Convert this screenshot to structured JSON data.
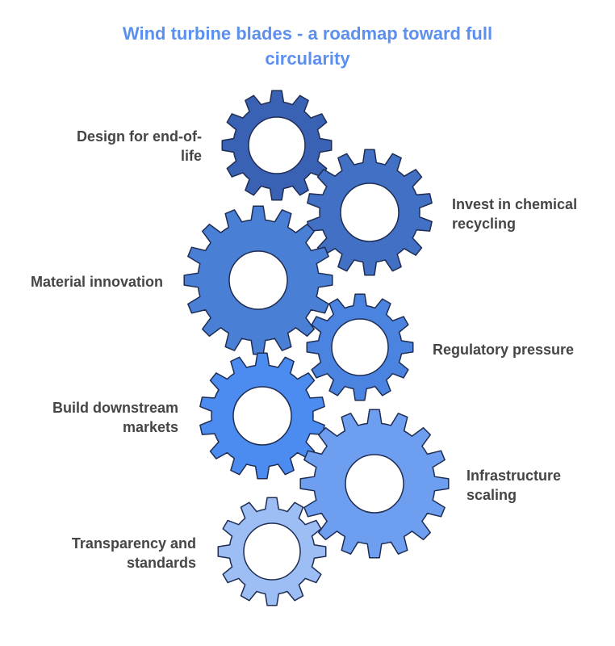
{
  "title_lines": [
    "Wind turbine blades - a roadmap toward full",
    "circularity"
  ],
  "steps": [
    {
      "lines": [
        "Design for end-of-",
        "life"
      ],
      "color": "#3a62b4"
    },
    {
      "lines": [
        "Invest in chemical",
        "recycling"
      ],
      "color": "#4170c4"
    },
    {
      "lines": [
        "Material innovation"
      ],
      "color": "#4a7fd6"
    },
    {
      "lines": [
        "Regulatory pressure"
      ],
      "color": "#4b83e0"
    },
    {
      "lines": [
        "Build downstream",
        "markets"
      ],
      "color": "#4c8bf0"
    },
    {
      "lines": [
        "Infrastructure",
        "scaling"
      ],
      "color": "#6e9ef0"
    },
    {
      "lines": [
        "Transparency and",
        "standards"
      ],
      "color": "#9dbdf5"
    }
  ]
}
